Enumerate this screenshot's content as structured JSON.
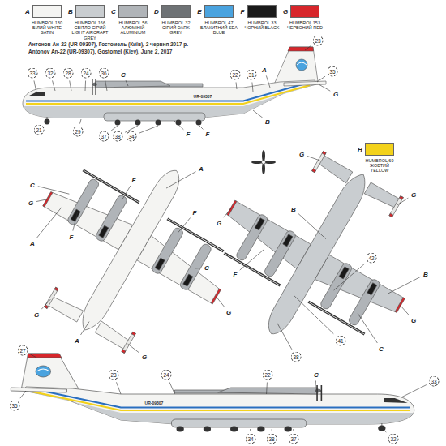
{
  "diagram": {
    "title": "Антонов Ан-22 (UR-09307), Гостомель (Київ), 2 червня 2017 р.",
    "labels": [
      "A",
      "B",
      "C",
      "D",
      "E",
      "F",
      "G",
      "H",
      "Antonov An-22 (UR-09307), Gostomel (Kiev), June 2, 2017",
      "33",
      "32",
      "28",
      "24",
      "36",
      "C",
      "22",
      "31",
      "A",
      "23",
      "35",
      "G",
      "UR-09307",
      "B",
      "F",
      "F",
      "21",
      "29",
      "37",
      "38",
      "34",
      "A",
      "A",
      "C",
      "C",
      "F",
      "F",
      "F",
      "G",
      "G",
      "G",
      "G",
      "A",
      "B",
      "B",
      "G",
      "G",
      "G",
      "G",
      "42",
      "41",
      "38",
      "C",
      "F",
      "27",
      "35",
      "23",
      "24",
      "22",
      "C",
      "33",
      "UR-09307",
      "34",
      "38",
      "37",
      "32"
    ],
    "legend": [
      {
        "text": "HUMBROL 130 БІЛИЙ WHITE SATIN",
        "color": "#f4f4f2"
      },
      {
        "text": "HUMBROL 166 СВІТЛО СІРИЙ LIGHT AIRCRAFT GREY",
        "color": "#c9cdd0"
      },
      {
        "text": "HUMBROL 56 АЛЮМІНІЙ ALUMINIUM",
        "color": "#b0b4b8"
      },
      {
        "text": "HUMBROL 32 СІРИЙ DARK GREY",
        "color": "#6e7275"
      },
      {
        "text": "HUMBROL 47 БЛАКИТНИЙ SEA BLUE",
        "color": "#4aa3df"
      },
      {
        "text": "HUMBROL 33 ЧОРНИЙ BLACK",
        "color": "#1a1a1a"
      },
      {
        "text": "HUMBROL 153 ЧЕРВОНИЙ RED",
        "color": "#d7262b"
      },
      {
        "text": "HUMBROL 69 ЖОВТИЙ YELLOW",
        "color": "#f3d21b"
      }
    ]
  }
}
